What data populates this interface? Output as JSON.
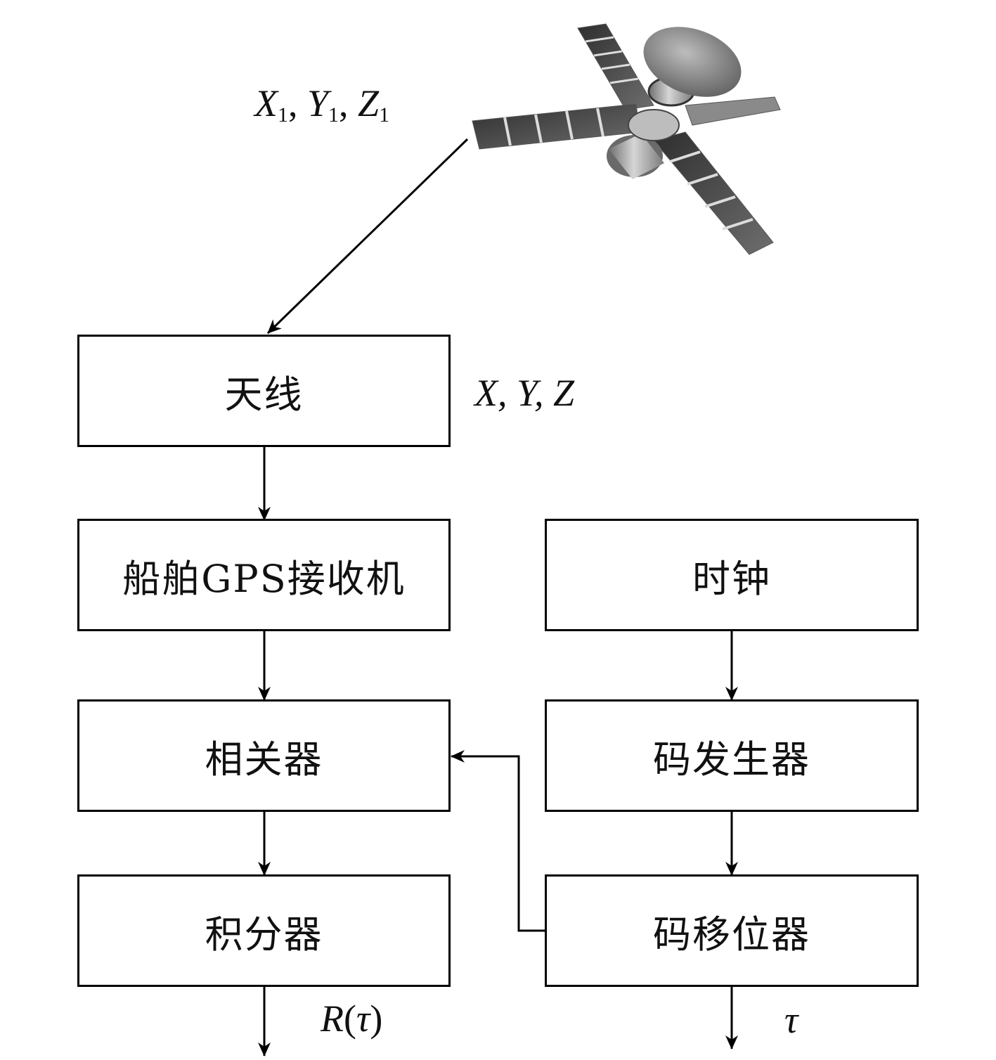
{
  "labels": {
    "sat_coord": {
      "x": "X",
      "y": "Y",
      "z": "Z",
      "sub": "1"
    },
    "ant_coord": "X, Y, Z",
    "r_tau_fn": "R",
    "r_tau_arg": "τ",
    "tau": "τ"
  },
  "boxes": {
    "antenna": "天线",
    "receiver": "船舶GPS接收机",
    "correlator": "相关器",
    "integrator": "积分器",
    "clock": "时钟",
    "code_generator": "码发生器",
    "code_shifter": "码移位器"
  },
  "icons": {
    "satellite": "satellite-icon"
  },
  "colors": {
    "line": "#000000",
    "panel_dark": "#3a3a3a",
    "panel_light": "#cfcfcf",
    "body": "#a8a8a8"
  }
}
